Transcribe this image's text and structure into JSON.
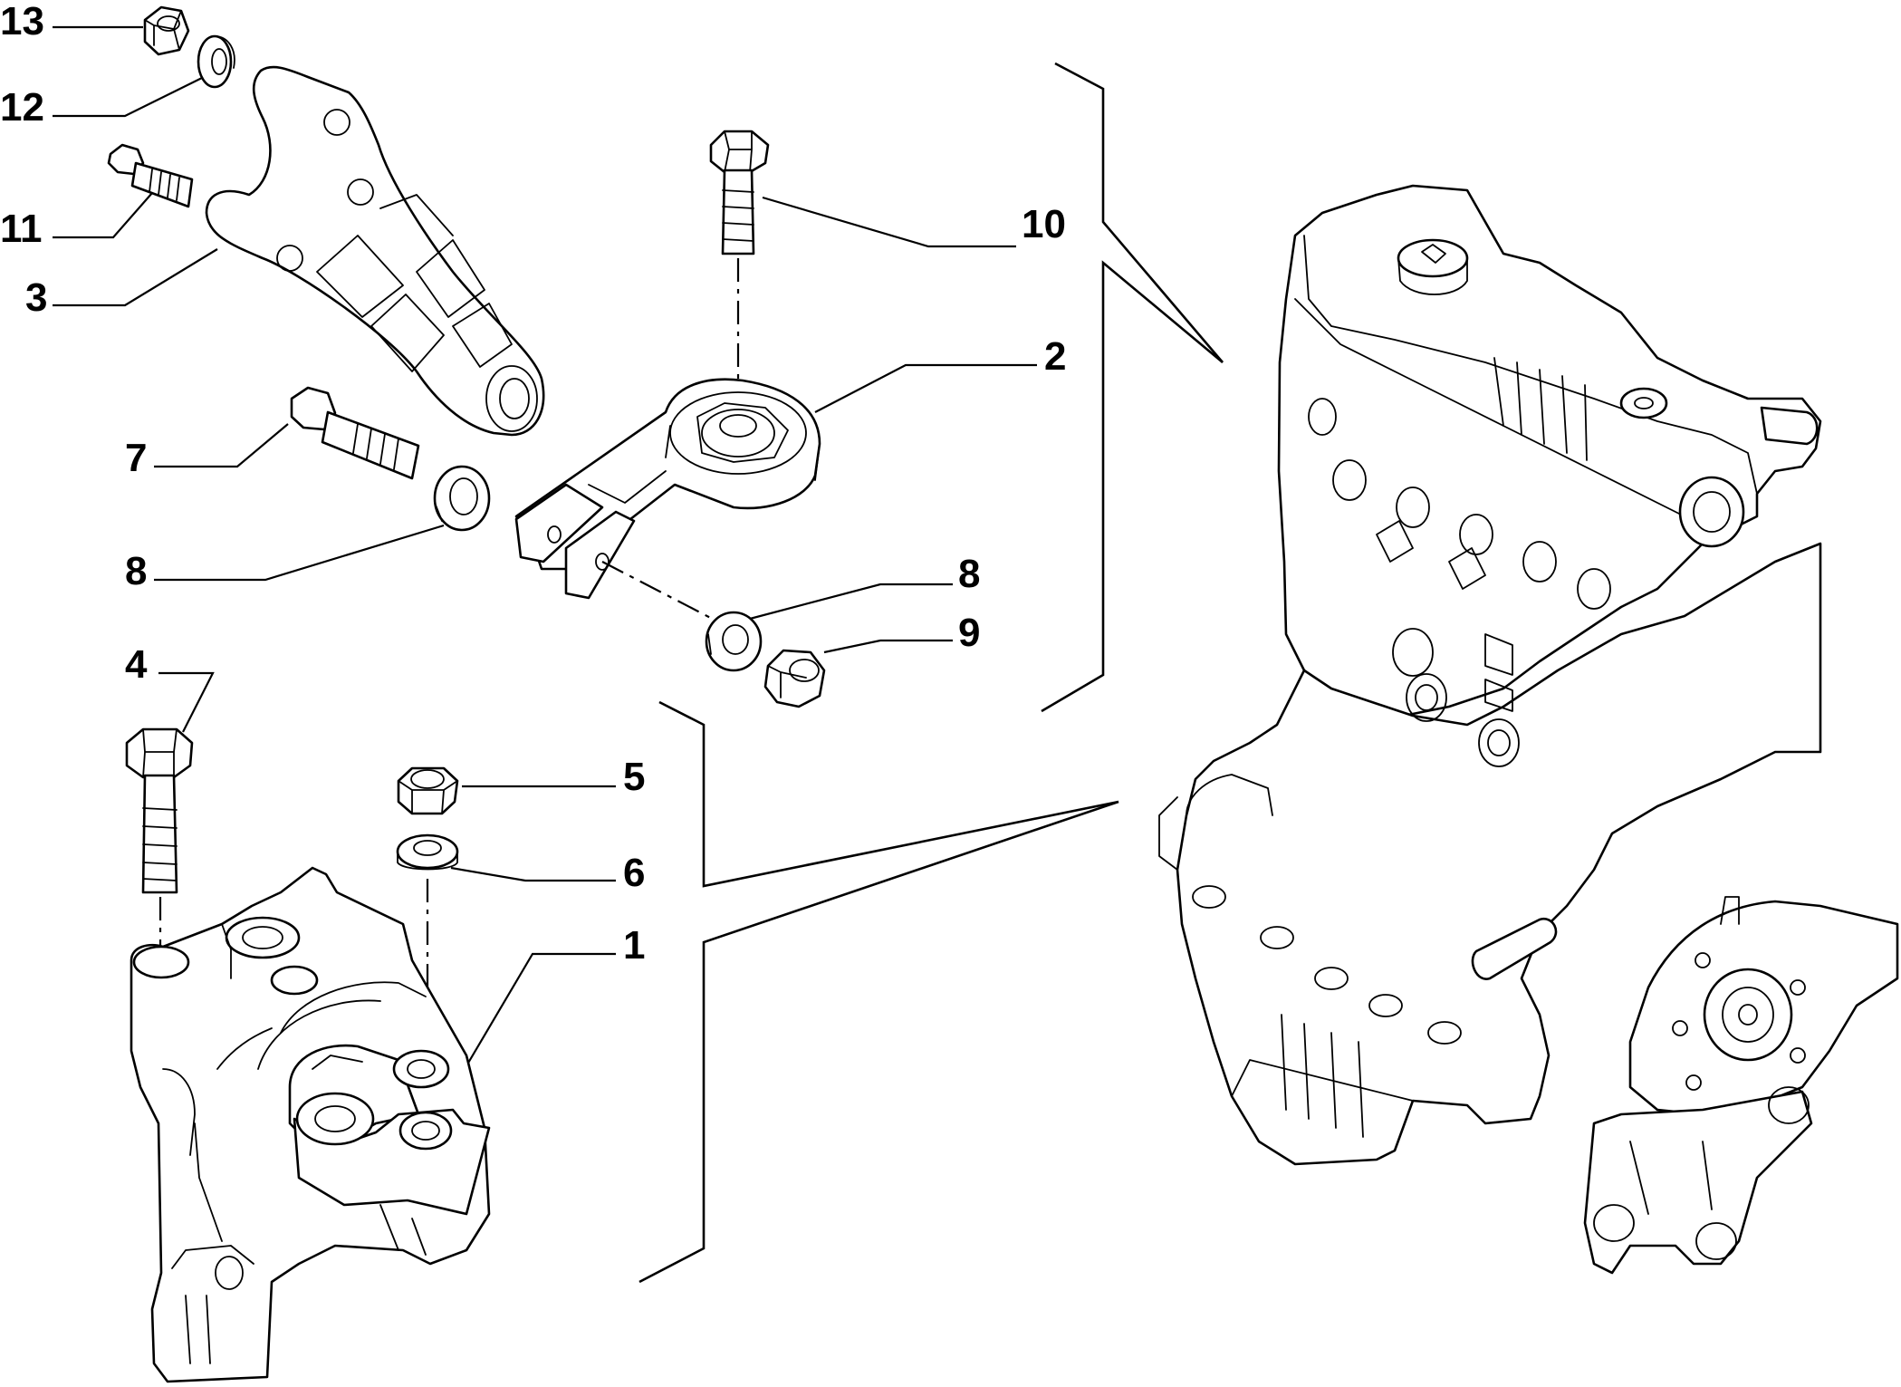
{
  "callouts": {
    "c1": "1",
    "c2": "2",
    "c3": "3",
    "c4": "4",
    "c5": "5",
    "c6": "6",
    "c7": "7",
    "c8a": "8",
    "c8b": "8",
    "c9": "9",
    "c10": "10",
    "c11": "11",
    "c12": "12",
    "c13": "13"
  }
}
